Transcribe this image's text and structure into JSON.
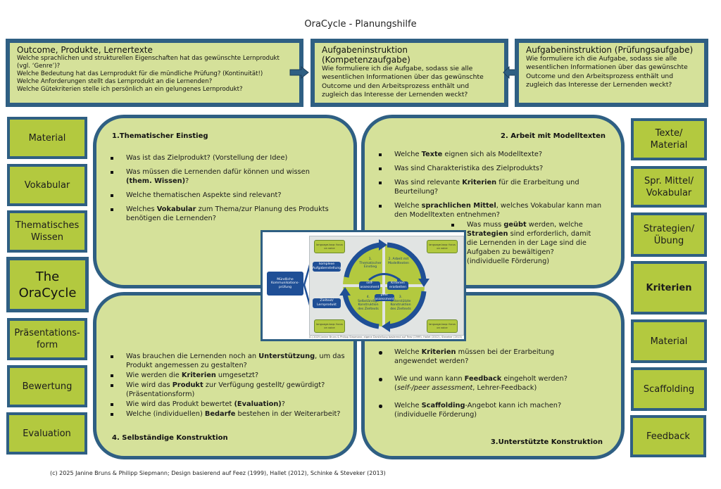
{
  "title": "OraCycle - Planungshilfe",
  "top_boxes": [
    {
      "heading": "Outcome, Produkte, Lernertexte",
      "lines": [
        "Welche  sprachlichen und strukturellen Eigenschaften hat das gewünschte Lernprodukt (vgl. ‘Genre’)?",
        "Welche Bedeutung hat das Lernprodukt für die mündliche Prüfung? (Kontinuität!)",
        "Welche Anforderungen stellt das Lernprodukt an die Lernenden?",
        "Welche Gütekriterien stelle ich persönlich an ein gelungenes Lernprodukt?"
      ]
    },
    {
      "heading": "Aufgabeninstruktion (Kompetenzaufgabe)",
      "text": "Wie formuliere ich die Aufgabe, sodass sie alle wesentlichen Informationen über das gewünschte Outcome und den Arbeitsprozess enthält und zugleich das Interesse der Lernenden weckt?"
    },
    {
      "heading": "Aufgabeninstruktion (Prüfungsaufgabe)",
      "text": "Wie formuliere ich die Aufgabe, sodass sie alle wesentlichen Informationen über das gewünschte Outcome und den Arbeitsprozess enthält und zugleich das Interesse der Lernenden weckt?"
    }
  ],
  "left_boxes": [
    "Material",
    "Vokabular",
    "Thematisches Wissen",
    "The OraCycle",
    "Präsentations-form",
    "Bewertung",
    "Evaluation"
  ],
  "right_boxes": [
    "Texte/ Material",
    "Spr. Mittel/ Vokabular",
    "Strategien/ Übung",
    "Kriterien",
    "Material",
    "Scaffolding",
    "Feedback"
  ],
  "quadrants": {
    "q1": {
      "heading": "1.Thematischer Einstieg",
      "items": [
        {
          "pre": "Was ist das Zielprodukt? (Vorstellung der Idee)",
          "bold": "",
          "post": ""
        },
        {
          "pre": "Was müssen die Lernenden dafür können und wissen ",
          "bold": "(them. Wissen)",
          "post": "?"
        },
        {
          "pre": "Welche thematischen Aspekte sind relevant?",
          "bold": "",
          "post": ""
        },
        {
          "pre": "Welches ",
          "bold": "Vokabular",
          "post": " zum Thema/zur Planung des Produkts benötigen die Lernenden?"
        }
      ]
    },
    "q2": {
      "heading": "2. Arbeit mit Modelltexten",
      "items": [
        {
          "pre": "Welche ",
          "bold": "Texte",
          "post": " eignen sich als Modelltexte?"
        },
        {
          "pre": "Was sind Charakteristika des Zielprodukts?",
          "bold": "",
          "post": ""
        },
        {
          "pre": "Was sind relevante ",
          "bold": "Kriterien",
          "post": " für die Erarbeitung und Beurteilung?"
        },
        {
          "pre": "Welche ",
          "bold": "sprachlichen Mittel",
          "post": ", welches Vokabular kann man den Modelltexten entnehmen?"
        }
      ],
      "extra": {
        "pre": "Was muss ",
        "bold1": "geübt",
        "mid": " werden, welche ",
        "bold2": "Strategien",
        "post": " sind erforderlich, damit die Lernenden in der Lage sind die Aufgaben zu bewältigen? (individuelle Förderung)"
      }
    },
    "q3": {
      "heading": "3.Unterstützte Konstruktion",
      "items": [
        {
          "pre": "Welche ",
          "bold": "Kriterien",
          "post": " müssen bei der Erarbeitung angewendet werden?"
        },
        {
          "pre": "Wie und wann kann ",
          "bold": "Feedback",
          "post": " eingeholt werden?  (",
          "italic": "self-/peer assessment",
          "post2": ", Lehrer-Feedback)"
        },
        {
          "pre": "Welche ",
          "bold": "Scaffolding",
          "post": "-Angebot kann ich machen? (individuelle Förderung)"
        }
      ]
    },
    "q4": {
      "heading": "4. Selbständige Konstruktion",
      "items": [
        {
          "pre": "Was brauchen die Lernenden noch an ",
          "bold": "Unterstützung",
          "post": ", um das Produkt angemessen zu gestalten?"
        },
        {
          "pre": "Wie werden die ",
          "bold": "Kriterien",
          "post": " umgesetzt?"
        },
        {
          "pre": "Wie wird das ",
          "bold": "Produkt",
          "post": " zur Verfügung gestellt/ gewürdigt? (Präsentationsform)"
        },
        {
          "pre": "Wie wird das Produkt bewertet ",
          "bold": "(Evaluation)",
          "post": "?"
        },
        {
          "pre": "Welche (individuellen) ",
          "bold": "Bedarfe",
          "post": " bestehen in der Weiterarbeit?"
        }
      ]
    }
  },
  "diagram": {
    "exam": "Mündliche Kommunikations-prüfung",
    "task": "komplexe Aufgabenstellung",
    "product": "Zieltext/ Lernprodukt",
    "phase1": "1. Thematischer Einstieg",
    "phase2": "2. Arbeit mit Modelltexten",
    "phase3": "3. Unterstützte Konstruktion des Zieltexts",
    "phase4": "4. Selbständige Konstruktion des Zieltexts",
    "self": "self-assessment",
    "criteria": "Kriterien erarbeiten",
    "peer": "peer assessment",
    "focus": "language-loop: focus on voice",
    "copyright": "(C) 2025 Janine Bruns & Philipp Siepmann; eigene Darstellung basierend auf Feez (1999), Hallet (2012), Steveker (2013)"
  },
  "colors": {
    "border": "#2f5f83",
    "box_green": "#b3c93f",
    "panel_green": "#d5e19a",
    "diagram_blue": "#1f4f96"
  },
  "footer": "(c) 2025 Janine Bruns & Philipp Siepmann;  Design basierend auf Feez (1999), Hallet (2012), Schinke & Steveker (2013)"
}
